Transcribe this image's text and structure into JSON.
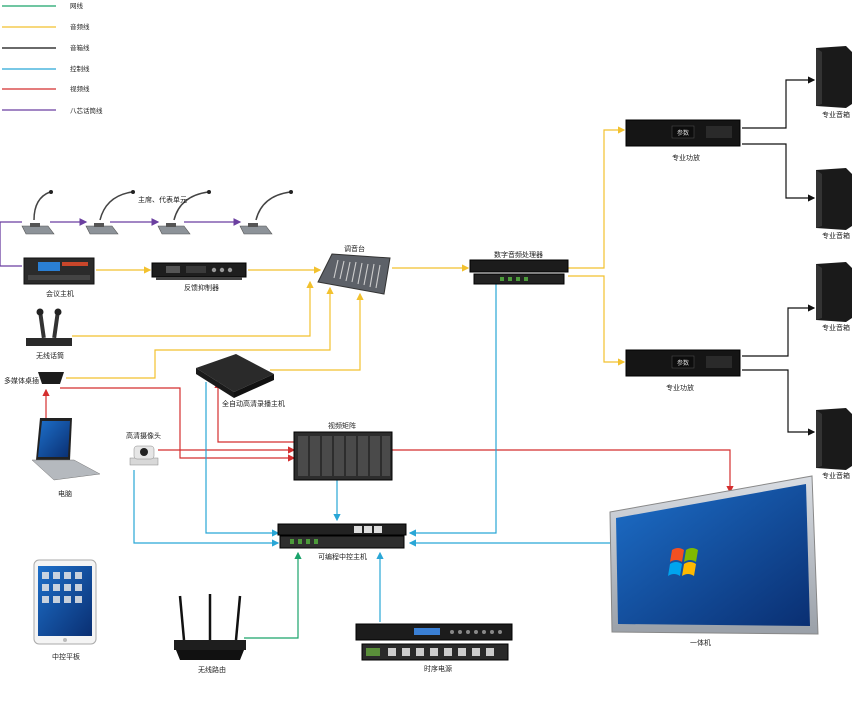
{
  "legend": [
    {
      "label": "网线",
      "color": "#1aa36b"
    },
    {
      "label": "音频线",
      "color": "#f2c12e"
    },
    {
      "label": "音箱线",
      "color": "#111111"
    },
    {
      "label": "控制线",
      "color": "#29a6d6"
    },
    {
      "label": "视频线",
      "color": "#d42e2e"
    },
    {
      "label": "八芯话筒线",
      "color": "#6b3fa0"
    }
  ],
  "labels": {
    "chair_units": "主席、代表单元",
    "conference_host": "会议主机",
    "feedback_suppressor": "反馈抑制器",
    "wireless_mic": "无线话筒",
    "multimedia_box": "多媒体桌插",
    "computer": "电脑",
    "hd_camera": "高清摄像头",
    "mixer": "调音台",
    "recorder": "全自动高清录播主机",
    "video_matrix": "视频矩阵",
    "dsp": "数字音频处理器",
    "amp_top": "专业功放",
    "amp_bottom": "专业功放",
    "speaker1": "专业音箱",
    "speaker2": "专业音箱",
    "speaker3": "专业音箱",
    "speaker4": "专业音箱",
    "central_control": "可编程中控主机",
    "tablet": "中控平板",
    "router": "无线路由",
    "sequencer": "时序电源",
    "all_in_one": "一体机"
  },
  "amp_display": "参数",
  "icons": {
    "gooseneck_mic": "gooseneck-microphone-icon",
    "speaker": "speaker-cabinet-icon",
    "laptop": "laptop-icon",
    "tablet": "tablet-icon",
    "router": "wireless-router-icon",
    "camera": "ptz-camera-icon",
    "windows_logo": "windows-logo-icon"
  }
}
